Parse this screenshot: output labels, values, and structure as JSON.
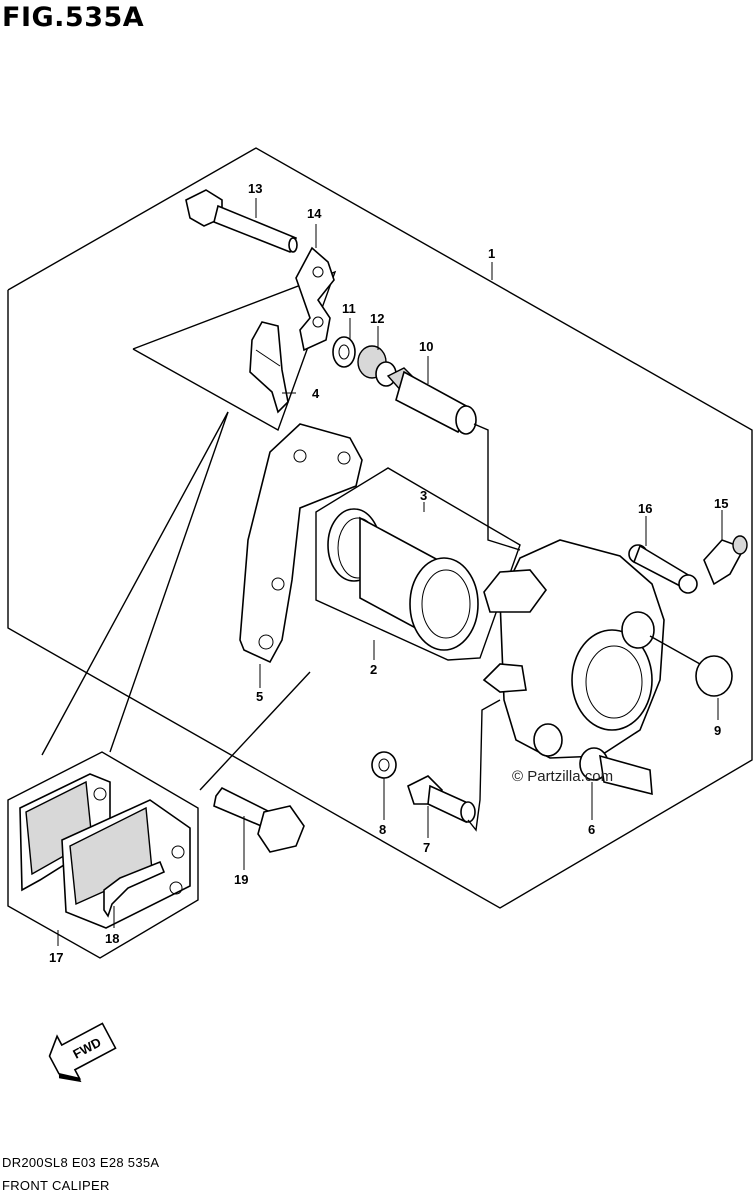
{
  "figure": {
    "title": "FIG.535A",
    "model_code": "DR200SL8  E03  E28  535A",
    "name": "FRONT CALIPER",
    "watermark": "© Partzilla.com",
    "fwd_label": "FWD"
  },
  "callouts": [
    "1",
    "2",
    "3",
    "4",
    "5",
    "6",
    "7",
    "8",
    "9",
    "10",
    "11",
    "12",
    "13",
    "14",
    "15",
    "16",
    "17",
    "18",
    "19"
  ]
}
